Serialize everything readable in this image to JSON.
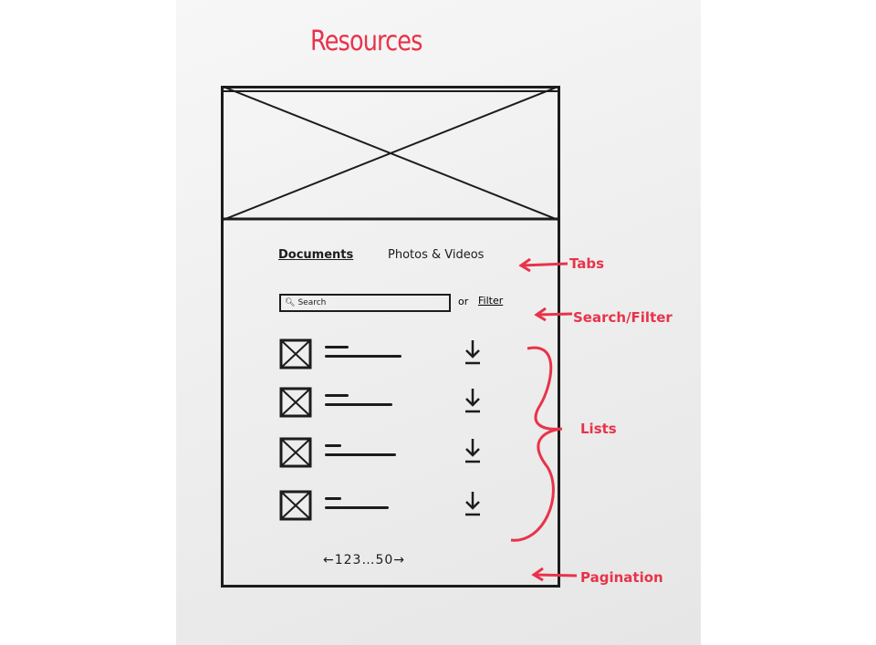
{
  "page": {
    "title": "Resources",
    "title_color": "#e8334a"
  },
  "hero": {
    "icon": "image-placeholder-icon"
  },
  "tabs": [
    {
      "label": "Documents",
      "active": true
    },
    {
      "label": "Photos & Videos",
      "active": false
    }
  ],
  "search": {
    "placeholder": "Search",
    "icon": "search-icon",
    "or_text": "or",
    "filter_label": "Filter"
  },
  "list": {
    "items": [
      {
        "thumbnail": "image-placeholder-icon",
        "action": "download-icon"
      },
      {
        "thumbnail": "image-placeholder-icon",
        "action": "download-icon"
      },
      {
        "thumbnail": "image-placeholder-icon",
        "action": "download-icon"
      },
      {
        "thumbnail": "image-placeholder-icon",
        "action": "download-icon"
      }
    ]
  },
  "pagination": {
    "label": "←123…50→"
  },
  "annotations": {
    "color": "#e8334a",
    "tabs": "Tabs",
    "search_filter": "Search/Filter",
    "lists": "Lists",
    "pagination": "Pagination"
  },
  "colors": {
    "marker_black": "#1c1c1c",
    "marker_red": "#e8334a",
    "board": "#efefef"
  }
}
